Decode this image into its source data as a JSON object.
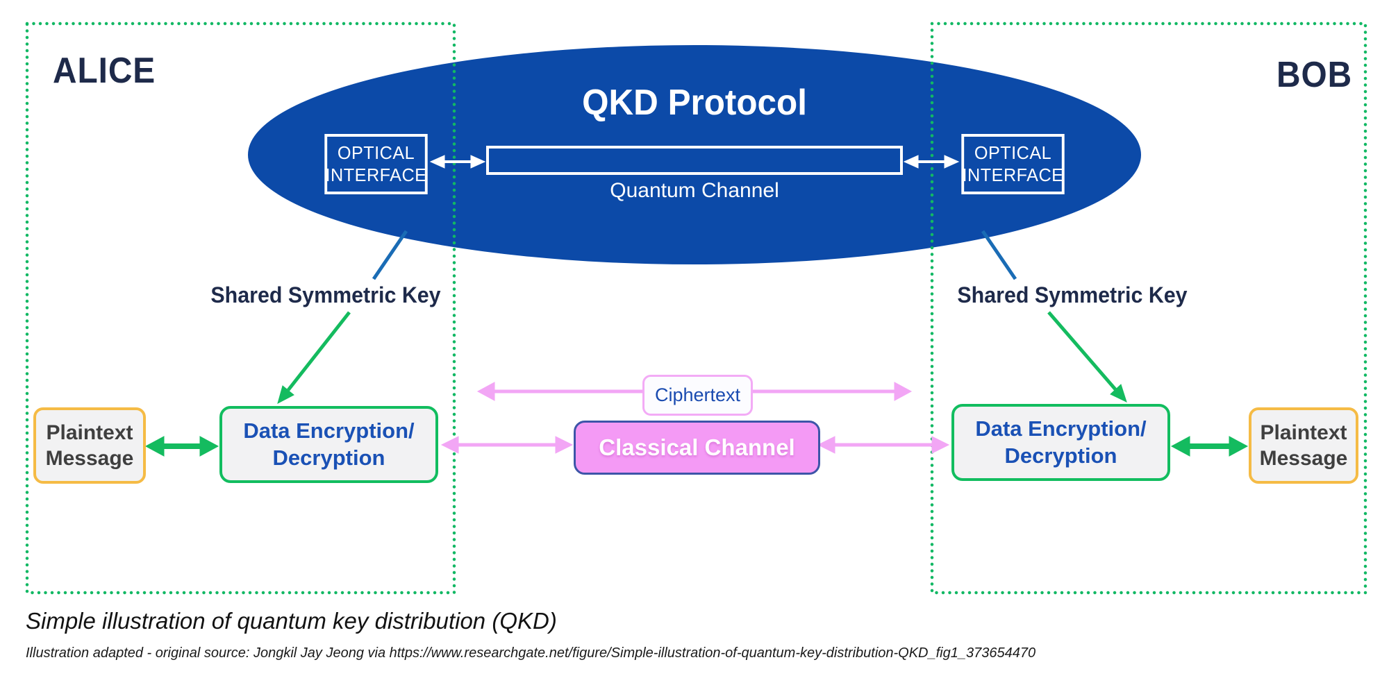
{
  "zones": {
    "alice_label": "ALICE",
    "bob_label": "BOB"
  },
  "protocol": {
    "title": "QKD Protocol",
    "optical_left_line1": "OPTICAL",
    "optical_left_line2": "INTERFACE",
    "optical_right_line1": "OPTICAL",
    "optical_right_line2": "INTERFACE",
    "quantum_channel_label": "Quantum Channel"
  },
  "keys": {
    "left_label": "Shared Symmetric Key",
    "right_label": "Shared Symmetric Key"
  },
  "boxes": {
    "plaintext_left_line1": "Plaintext",
    "plaintext_left_line2": "Message",
    "enc_left_line1": "Data Encryption/",
    "enc_left_line2": "Decryption",
    "enc_right_line1": "Data Encryption/",
    "enc_right_line2": "Decryption",
    "plaintext_right_line1": "Plaintext",
    "plaintext_right_line2": "Message",
    "ciphertext_label": "Ciphertext",
    "classical_label": "Classical Channel"
  },
  "caption": {
    "title": "Simple illustration of quantum key distribution (QKD)",
    "source": "Illustration adapted - original source:  Jongkil Jay Jeong via https://www.researchgate.net/figure/Simple-illustration-of-quantum-key-distribution-QKD_fig1_373654470"
  },
  "colors": {
    "ellipse_blue": "#0c4aa8",
    "zone_border_green": "#12b864",
    "arrow_green": "#14bb5f",
    "connector_blue": "#1a6cb5",
    "arrow_pink": "#f2a6f5",
    "classical_fill": "#f49af5",
    "classical_border": "#3d55a8",
    "navy_text": "#1e2a4a",
    "box_fill": "#f2f2f3",
    "plaintext_border": "#f5bb45",
    "encryption_border": "#12bd5f",
    "encryption_text": "#1a51b5",
    "plaintext_text": "#3f3f3f",
    "ciphertext_text": "#1a4bb0"
  }
}
